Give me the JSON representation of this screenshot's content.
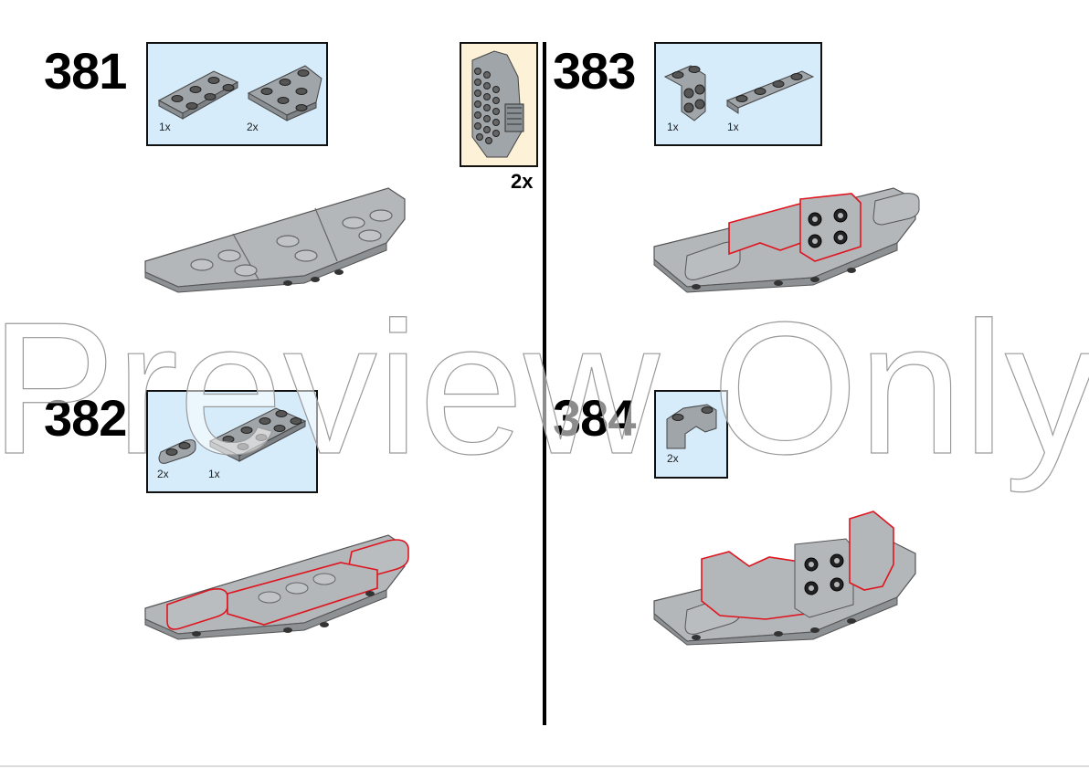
{
  "page": {
    "steps": [
      {
        "number": "381",
        "parts": [
          {
            "name": "plate-2x3",
            "qty": "1x"
          },
          {
            "name": "wedge-plate-3x3-cut-corner",
            "qty": "2x"
          }
        ]
      },
      {
        "number": "382",
        "parts": [
          {
            "name": "plate-1x2-rounded",
            "qty": "2x"
          },
          {
            "name": "plate-2x4",
            "qty": "1x"
          }
        ]
      },
      {
        "number": "383",
        "parts": [
          {
            "name": "bracket-1x2-2x2",
            "qty": "1x"
          },
          {
            "name": "plate-1x4",
            "qty": "1x"
          }
        ]
      },
      {
        "number": "384",
        "parts": [
          {
            "name": "brick-2x2-corner-facet",
            "qty": "2x"
          }
        ]
      }
    ],
    "subassembly": {
      "qty": "2x"
    },
    "watermark": "Preview Only",
    "colors": {
      "parts_box_bg": "#d6ecfb",
      "subassembly_bg": "#fdf1d8",
      "brick_gray": "#a0a5a9",
      "highlight_red": "#e0141e"
    }
  }
}
